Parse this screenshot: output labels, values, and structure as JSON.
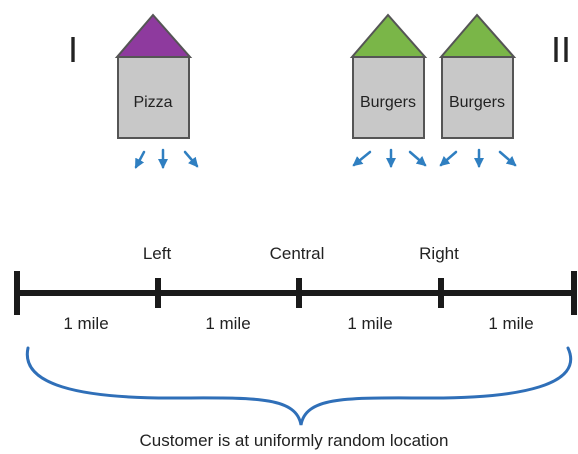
{
  "roman": {
    "left": "I",
    "right": "II"
  },
  "colors": {
    "pizza_roof": "#8e3a9e",
    "burger_roof": "#7ab648",
    "store_body": "#c8c8c8",
    "arrow": "#2f7fc1",
    "brace": "#2f6fb8",
    "line": "#1a1a1a"
  },
  "stores": [
    {
      "label": "Pizza",
      "roof": "purple"
    },
    {
      "label": "Burgers",
      "roof": "green"
    },
    {
      "label": "Burgers",
      "roof": "green"
    }
  ],
  "locations": {
    "left": "Left",
    "central": "Central",
    "right": "Right"
  },
  "segments": [
    "1 mile",
    "1 mile",
    "1 mile",
    "1 mile"
  ],
  "caption": "Customer is at uniformly random location"
}
